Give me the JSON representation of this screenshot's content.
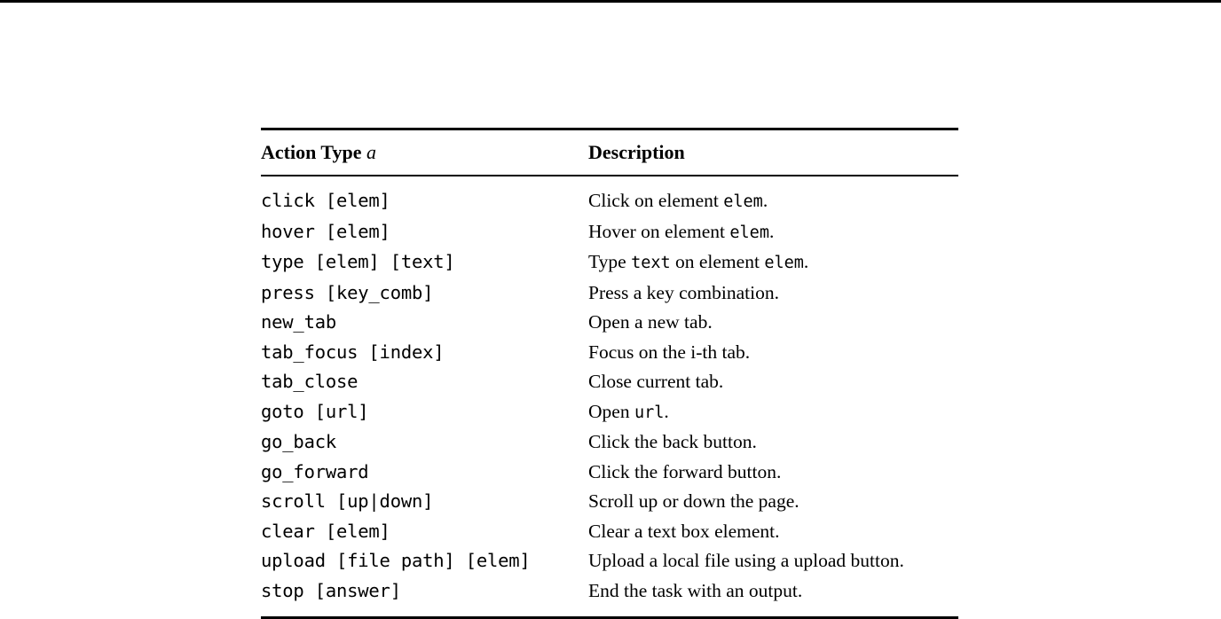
{
  "page": {
    "background_color": "#ffffff",
    "text_color": "#000000",
    "edge_rule_present": true
  },
  "table": {
    "style": "booktabs",
    "rules": {
      "top": "thick",
      "middle": "thin",
      "bottom": "thick"
    },
    "columns": [
      {
        "key": "action_type",
        "header": "Action Type",
        "header_math_symbol": "a",
        "font": "monospace"
      },
      {
        "key": "description",
        "header": "Description",
        "font": "serif"
      }
    ],
    "rows": [
      {
        "action": "click [elem]",
        "description_parts": [
          {
            "text": "Click on element ",
            "style": "serif"
          },
          {
            "text": "elem",
            "style": "mono"
          },
          {
            "text": ".",
            "style": "serif"
          }
        ],
        "description_plain": "Click on element elem."
      },
      {
        "action": "hover [elem]",
        "description_parts": [
          {
            "text": "Hover on element ",
            "style": "serif"
          },
          {
            "text": "elem",
            "style": "mono"
          },
          {
            "text": ".",
            "style": "serif"
          }
        ],
        "description_plain": "Hover on element elem."
      },
      {
        "action": "type [elem] [text]",
        "description_parts": [
          {
            "text": "Type ",
            "style": "serif"
          },
          {
            "text": "text",
            "style": "mono"
          },
          {
            "text": " on element ",
            "style": "serif"
          },
          {
            "text": "elem",
            "style": "mono"
          },
          {
            "text": ".",
            "style": "serif"
          }
        ],
        "description_plain": "Type text on element elem."
      },
      {
        "action": "press [key_comb]",
        "description_parts": [
          {
            "text": "Press a key combination.",
            "style": "serif"
          }
        ],
        "description_plain": "Press a key combination."
      },
      {
        "action": "new_tab",
        "description_parts": [
          {
            "text": "Open a new tab.",
            "style": "serif"
          }
        ],
        "description_plain": "Open a new tab."
      },
      {
        "action": "tab_focus [index]",
        "description_parts": [
          {
            "text": "Focus on the i-th tab.",
            "style": "serif"
          }
        ],
        "description_plain": "Focus on the i-th tab."
      },
      {
        "action": "tab_close",
        "description_parts": [
          {
            "text": "Close current tab.",
            "style": "serif"
          }
        ],
        "description_plain": "Close current tab."
      },
      {
        "action": "goto [url]",
        "description_parts": [
          {
            "text": "Open ",
            "style": "serif"
          },
          {
            "text": "url",
            "style": "mono"
          },
          {
            "text": ".",
            "style": "serif"
          }
        ],
        "description_plain": "Open url."
      },
      {
        "action": "go_back",
        "description_parts": [
          {
            "text": "Click the back button.",
            "style": "serif"
          }
        ],
        "description_plain": "Click the back button."
      },
      {
        "action": "go_forward",
        "description_parts": [
          {
            "text": "Click the forward button.",
            "style": "serif"
          }
        ],
        "description_plain": "Click the forward button."
      },
      {
        "action": "scroll [up|down]",
        "description_parts": [
          {
            "text": "Scroll up or down the page.",
            "style": "serif"
          }
        ],
        "description_plain": "Scroll up or down the page."
      },
      {
        "action": "clear [elem]",
        "description_parts": [
          {
            "text": "Clear a text box element.",
            "style": "serif"
          }
        ],
        "description_plain": "Clear a text box element."
      },
      {
        "action": "upload [file path] [elem]",
        "description_parts": [
          {
            "text": "Upload a local file using a upload button.",
            "style": "serif"
          }
        ],
        "description_plain": "Upload a local file using a upload button."
      },
      {
        "action": "stop [answer]",
        "description_parts": [
          {
            "text": "End the task with an output.",
            "style": "serif"
          }
        ],
        "description_plain": "End the task with an output."
      }
    ]
  }
}
